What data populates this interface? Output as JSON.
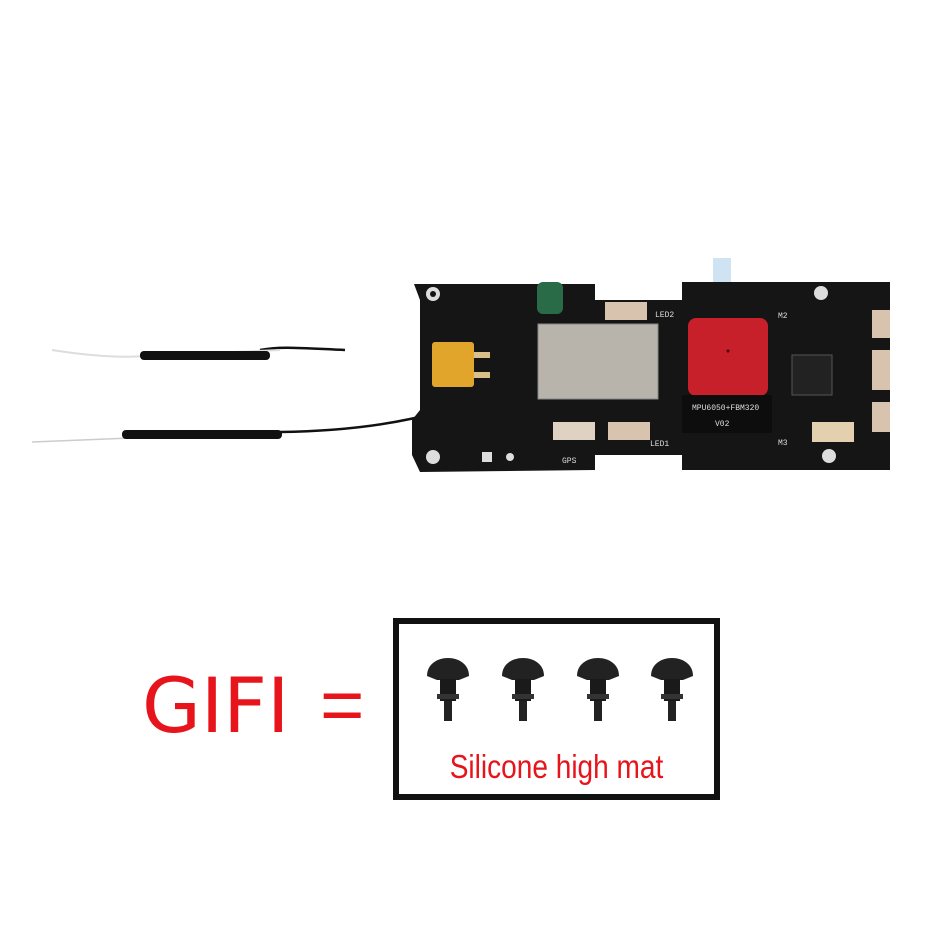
{
  "product": {
    "board_labels": [
      "LED2",
      "LED1",
      "GPS",
      "M2",
      "M3",
      "MPU6050+FBM320",
      "V02"
    ],
    "colors": {
      "board": "#151515",
      "shield": "#b9b4ab",
      "red_cover": "#c8202a",
      "connector": "#e2a52c",
      "text_red": "#e8141b"
    }
  },
  "equation": {
    "left": "GIFI",
    "operator": "="
  },
  "box": {
    "caption": "Silicone high mat",
    "item_count": 4
  }
}
